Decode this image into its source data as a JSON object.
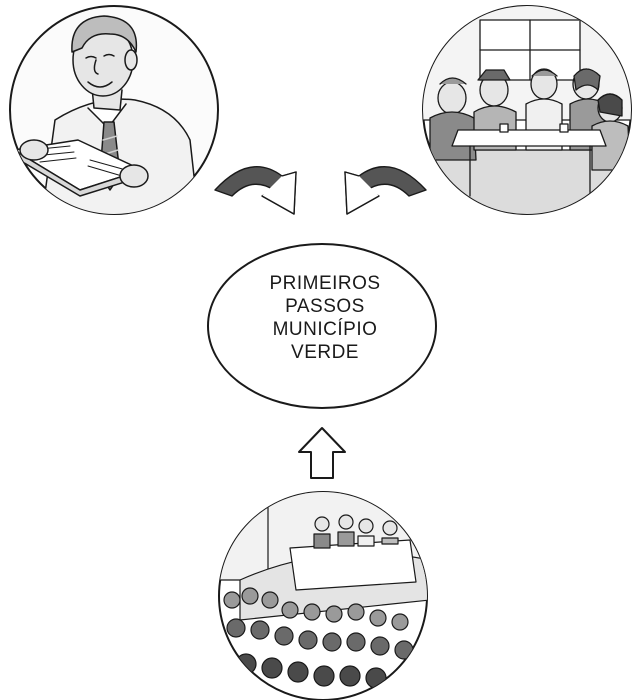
{
  "center": {
    "lines": [
      "PRIMEIROS",
      "PASSOS",
      "MUNICÍPIO",
      "VERDE"
    ]
  },
  "illustrations": [
    {
      "name": "man-reading-book-illustration",
      "subject": "man in shirt and tie reading a book"
    },
    {
      "name": "meeting-at-table-illustration",
      "subject": "people meeting around a table"
    },
    {
      "name": "public-hearing-illustration",
      "subject": "audience facing a panel table"
    }
  ],
  "colors": {
    "outline": "#1a1a1a",
    "curved_arrow_fill": "#555555",
    "skin": "#e6e6e6",
    "shirt": "#f2f2f2",
    "dark": "#6a6a6a"
  }
}
